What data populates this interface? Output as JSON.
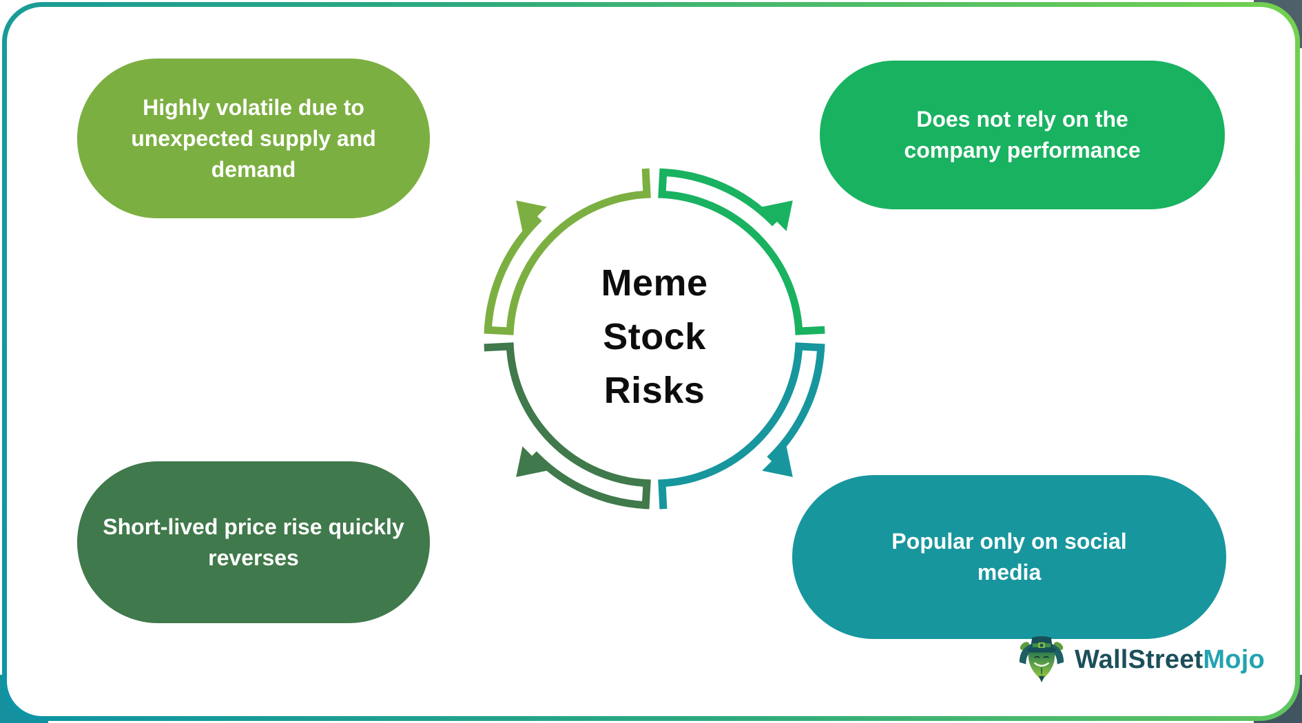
{
  "frame": {
    "border_gradient_start": "#0d93a6",
    "border_gradient_end": "#74d14f",
    "background": "#ffffff"
  },
  "title": {
    "lines": [
      "Meme",
      "Stock",
      "Risks"
    ],
    "full": "Meme Stock Risks",
    "color": "#0d0d0d"
  },
  "boxes": {
    "top_left": {
      "text": "Highly volatile due to unexpected supply and demand",
      "color": "#7caf41"
    },
    "top_right": {
      "text": "Does not rely on the company performance",
      "color": "#19b261"
    },
    "bottom_left": {
      "text": "Short-lived price rise quickly reverses",
      "color": "#40794b"
    },
    "bottom_right": {
      "text": "Popular only on social media",
      "color": "#17969e"
    }
  },
  "cycle": {
    "arrow_colors": {
      "top_right_arrow": "#19b261",
      "bottom_right_arrow": "#17969e",
      "bottom_left_arrow": "#40794b",
      "top_left_arrow": "#7caf41"
    },
    "direction": "clockwise"
  },
  "logo": {
    "brand_primary": "WallStreet",
    "brand_accent": "Mojo",
    "primary_color": "#1c4f5b",
    "accent_color": "#23a3b1"
  }
}
